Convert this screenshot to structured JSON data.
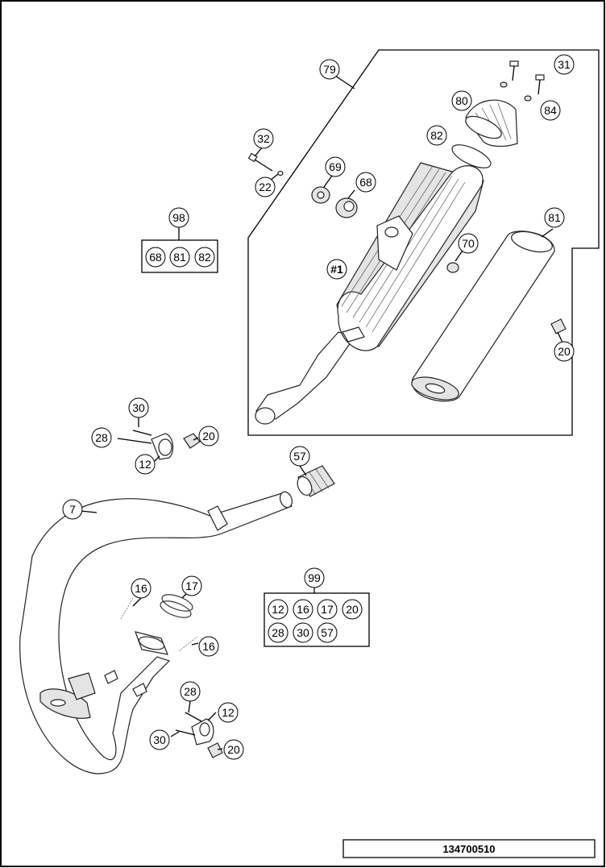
{
  "diagram": {
    "document_number": "134700510",
    "callouts": {
      "c79": "79",
      "c31": "31",
      "c80": "80",
      "c84": "84",
      "c82": "82",
      "c32": "32",
      "c22": "22",
      "c69": "69",
      "c68": "68",
      "c81": "81",
      "c70": "70",
      "c1": "#1",
      "c20a": "20",
      "c98": "98",
      "c30a": "30",
      "c28a": "28",
      "c20b": "20",
      "c12a": "12",
      "c57": "57",
      "c7": "7",
      "c16a": "16",
      "c17": "17",
      "c16b": "16",
      "c28b": "28",
      "c12b": "12",
      "c30b": "30",
      "c20c": "20",
      "c99": "99"
    },
    "kit_98": [
      "68",
      "81",
      "82"
    ],
    "kit_99_row1": [
      "12",
      "16",
      "17",
      "20"
    ],
    "kit_99_row2": [
      "28",
      "30",
      "57"
    ]
  }
}
